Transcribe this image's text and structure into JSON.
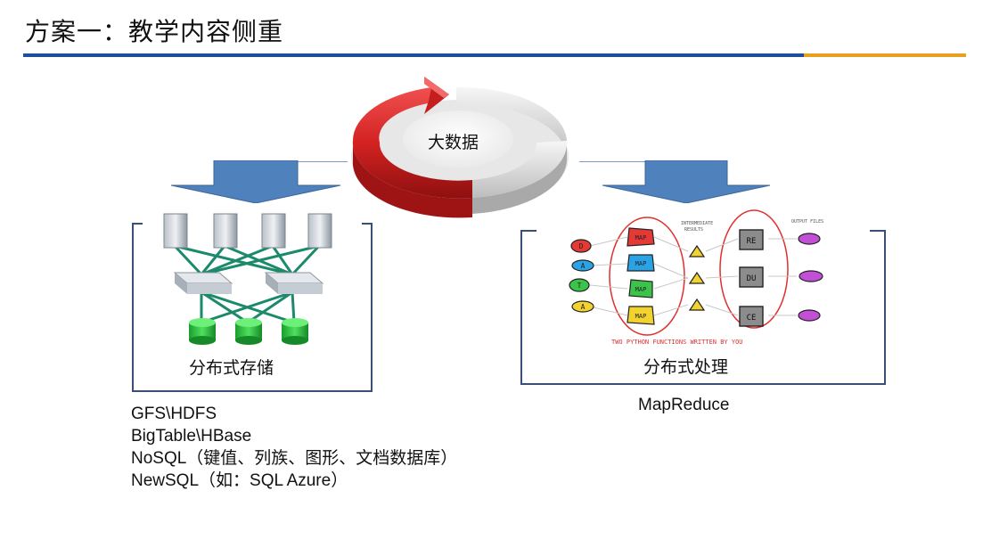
{
  "title": "方案一：教学内容侧重",
  "center": {
    "label": "大数据"
  },
  "left_panel": {
    "label": "分布式存储",
    "icon": "server-network-icon"
  },
  "right_panel": {
    "label": "分布式处理",
    "icon": "mapreduce-sketch-icon",
    "sketch": {
      "inputs": [
        "D",
        "A",
        "T",
        "A"
      ],
      "maps": [
        "MAP",
        "MAP",
        "MAP",
        "MAP"
      ],
      "intermediate_label": [
        "INTERMEDIATE",
        "RESULTS"
      ],
      "reduces": [
        "RE",
        "DU",
        "CE"
      ],
      "output_label": "OUTPUT FILES",
      "caption": "TWO PYTHON FUNCTIONS WRITTEN BY YOU"
    }
  },
  "storage_list": [
    "GFS\\HDFS",
    "BigTable\\HBase",
    "NoSQL（键值、列族、图形、文档数据库）",
    "NewSQL（如：SQL Azure）"
  ],
  "processing_caption": "MapReduce",
  "colors": {
    "title_rule": "#1f4e9c",
    "accent_rule": "#e8a020",
    "arrow": "#4f81bd",
    "ring_red": "#d42a2a",
    "ring_grey": "#d9d9d9"
  }
}
